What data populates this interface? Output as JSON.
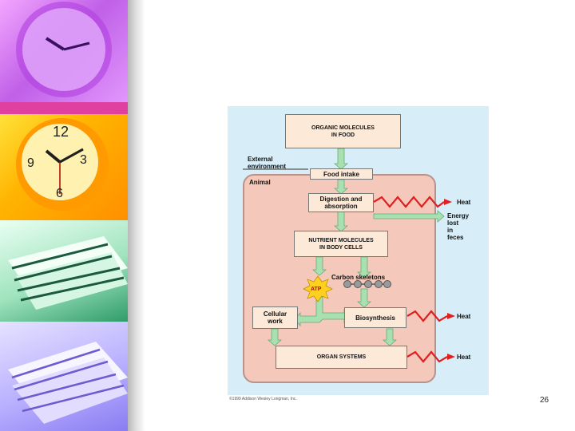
{
  "slide": {
    "page_number": "26"
  },
  "diagram": {
    "external_environment": "External\nenvironment",
    "animal": "Animal",
    "organic_molecules": "ORGANIC MOLECULES\nIN FOOD",
    "food_intake": "Food intake",
    "digestion": "Digestion and\nabsorption",
    "nutrient_molecules": "NUTRIENT MOLECULES\nIN BODY CELLS",
    "carbon_skeletons": "Carbon skeletons",
    "atp": "ATP",
    "cellular_work": "Cellular\nwork",
    "biosynthesis": "Biosynthesis",
    "organ_systems": "ORGAN SYSTEMS",
    "heat1": "Heat",
    "energy_lost": "Energy\nlost\nin\nfeces",
    "heat2": "Heat",
    "heat3": "Heat",
    "copyright": "©1999 Addison Wesley Longman, Inc."
  },
  "colors": {
    "heat_zigzag": "#e02020",
    "arrow_fill": "#a8e0b0",
    "atp_star": "#ffd020"
  }
}
